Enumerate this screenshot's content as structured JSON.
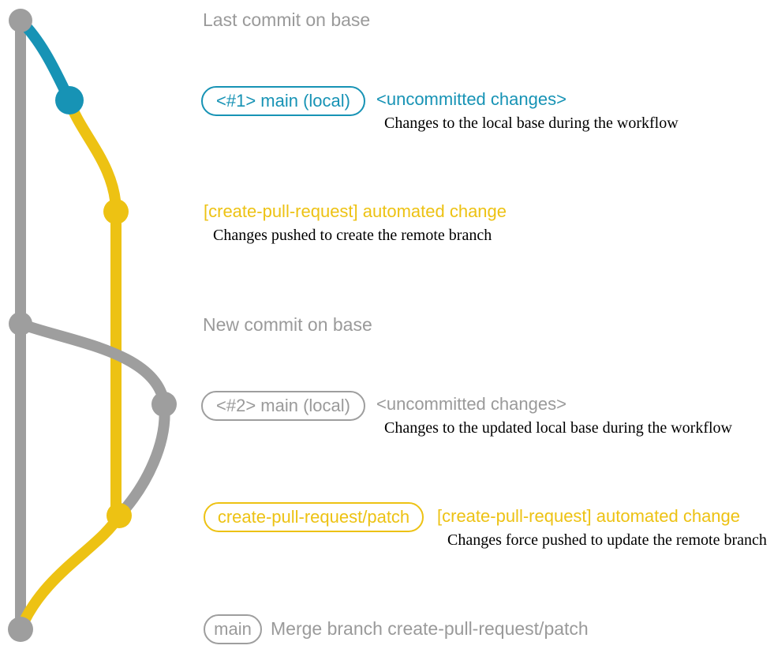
{
  "colors": {
    "base_branch_gray": "#9E9E9E",
    "label_text_gray": "#9A9A9A",
    "local_main_blue": "#1793B5",
    "patch_branch_yellow": "#EDC213",
    "description_black": "#000000",
    "background": "#FFFFFF"
  },
  "rows": {
    "last_commit": {
      "label": "Last commit on base"
    },
    "row_uncommitted_1": {
      "pill": "<#1> main (local)",
      "title": "<uncommitted changes>",
      "desc": "Changes to the local base during the workflow"
    },
    "row_automated_1": {
      "title": "[create-pull-request] automated change",
      "desc": "Changes pushed to create the remote branch"
    },
    "new_commit": {
      "label": "New commit on base"
    },
    "row_uncommitted_2": {
      "pill": "<#2> main (local)",
      "title": "<uncommitted changes>",
      "desc": "Changes to the updated local base during the workflow"
    },
    "row_automated_2": {
      "pill": "create-pull-request/patch",
      "title": "[create-pull-request] automated change",
      "desc": "Changes force pushed to update the remote branch"
    },
    "row_merge": {
      "pill": "main",
      "title": "Merge branch create-pull-request/patch"
    }
  },
  "graph": {
    "branches": [
      {
        "name": "base",
        "color": "#9E9E9E"
      },
      {
        "name": "main-local",
        "color": "#1793B5"
      },
      {
        "name": "create-pull-request-patch",
        "color": "#EDC213"
      }
    ],
    "commits": [
      {
        "name": "last-commit-on-base",
        "branch": "base"
      },
      {
        "name": "uncommitted-changes-1",
        "branch": "main-local"
      },
      {
        "name": "automated-change-1",
        "branch": "create-pull-request-patch"
      },
      {
        "name": "new-commit-on-base",
        "branch": "base"
      },
      {
        "name": "uncommitted-changes-2",
        "branch": "main-local"
      },
      {
        "name": "automated-change-2-force-push",
        "branch": "create-pull-request-patch"
      },
      {
        "name": "merge-commit-main",
        "branch": "base"
      }
    ]
  }
}
